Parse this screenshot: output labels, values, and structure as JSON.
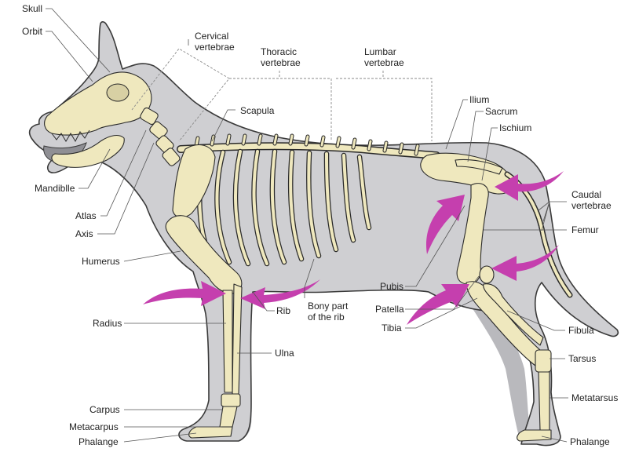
{
  "colors": {
    "body": "#cfcfd2",
    "bone": "#efe8be",
    "outline": "#2a2a2a",
    "arrow": "#c53fae",
    "leader": "#555555"
  },
  "labels": {
    "skull": "Skull",
    "orbit": "Orbit",
    "cervical_1": "Cervical",
    "cervical_2": "vertebrae",
    "thoracic_1": "Thoracic",
    "thoracic_2": "vertebrae",
    "lumbar_1": "Lumbar",
    "lumbar_2": "vertebrae",
    "scapula": "Scapula",
    "ilium": "Ilium",
    "sacrum": "Sacrum",
    "ischium": "Ischium",
    "mandible": "Mandiblle",
    "atlas": "Atlas",
    "axis": "Axis",
    "humerus": "Humerus",
    "caudal_1": "Caudal",
    "caudal_2": "vertebrae",
    "femur": "Femur",
    "pubis": "Pubis",
    "patella": "Patella",
    "tibia": "Tibia",
    "radius": "Radius",
    "rib": "Rib",
    "bony_part_1": "Bony part",
    "bony_part_2": "of the rib",
    "fibula": "Fibula",
    "ulna": "Ulna",
    "tarsus": "Tarsus",
    "metatarsus": "Metatarsus",
    "carpus": "Carpus",
    "metacarpus": "Metacarpus",
    "phalange_front": "Phalange",
    "phalange_hind": "Phalange"
  }
}
